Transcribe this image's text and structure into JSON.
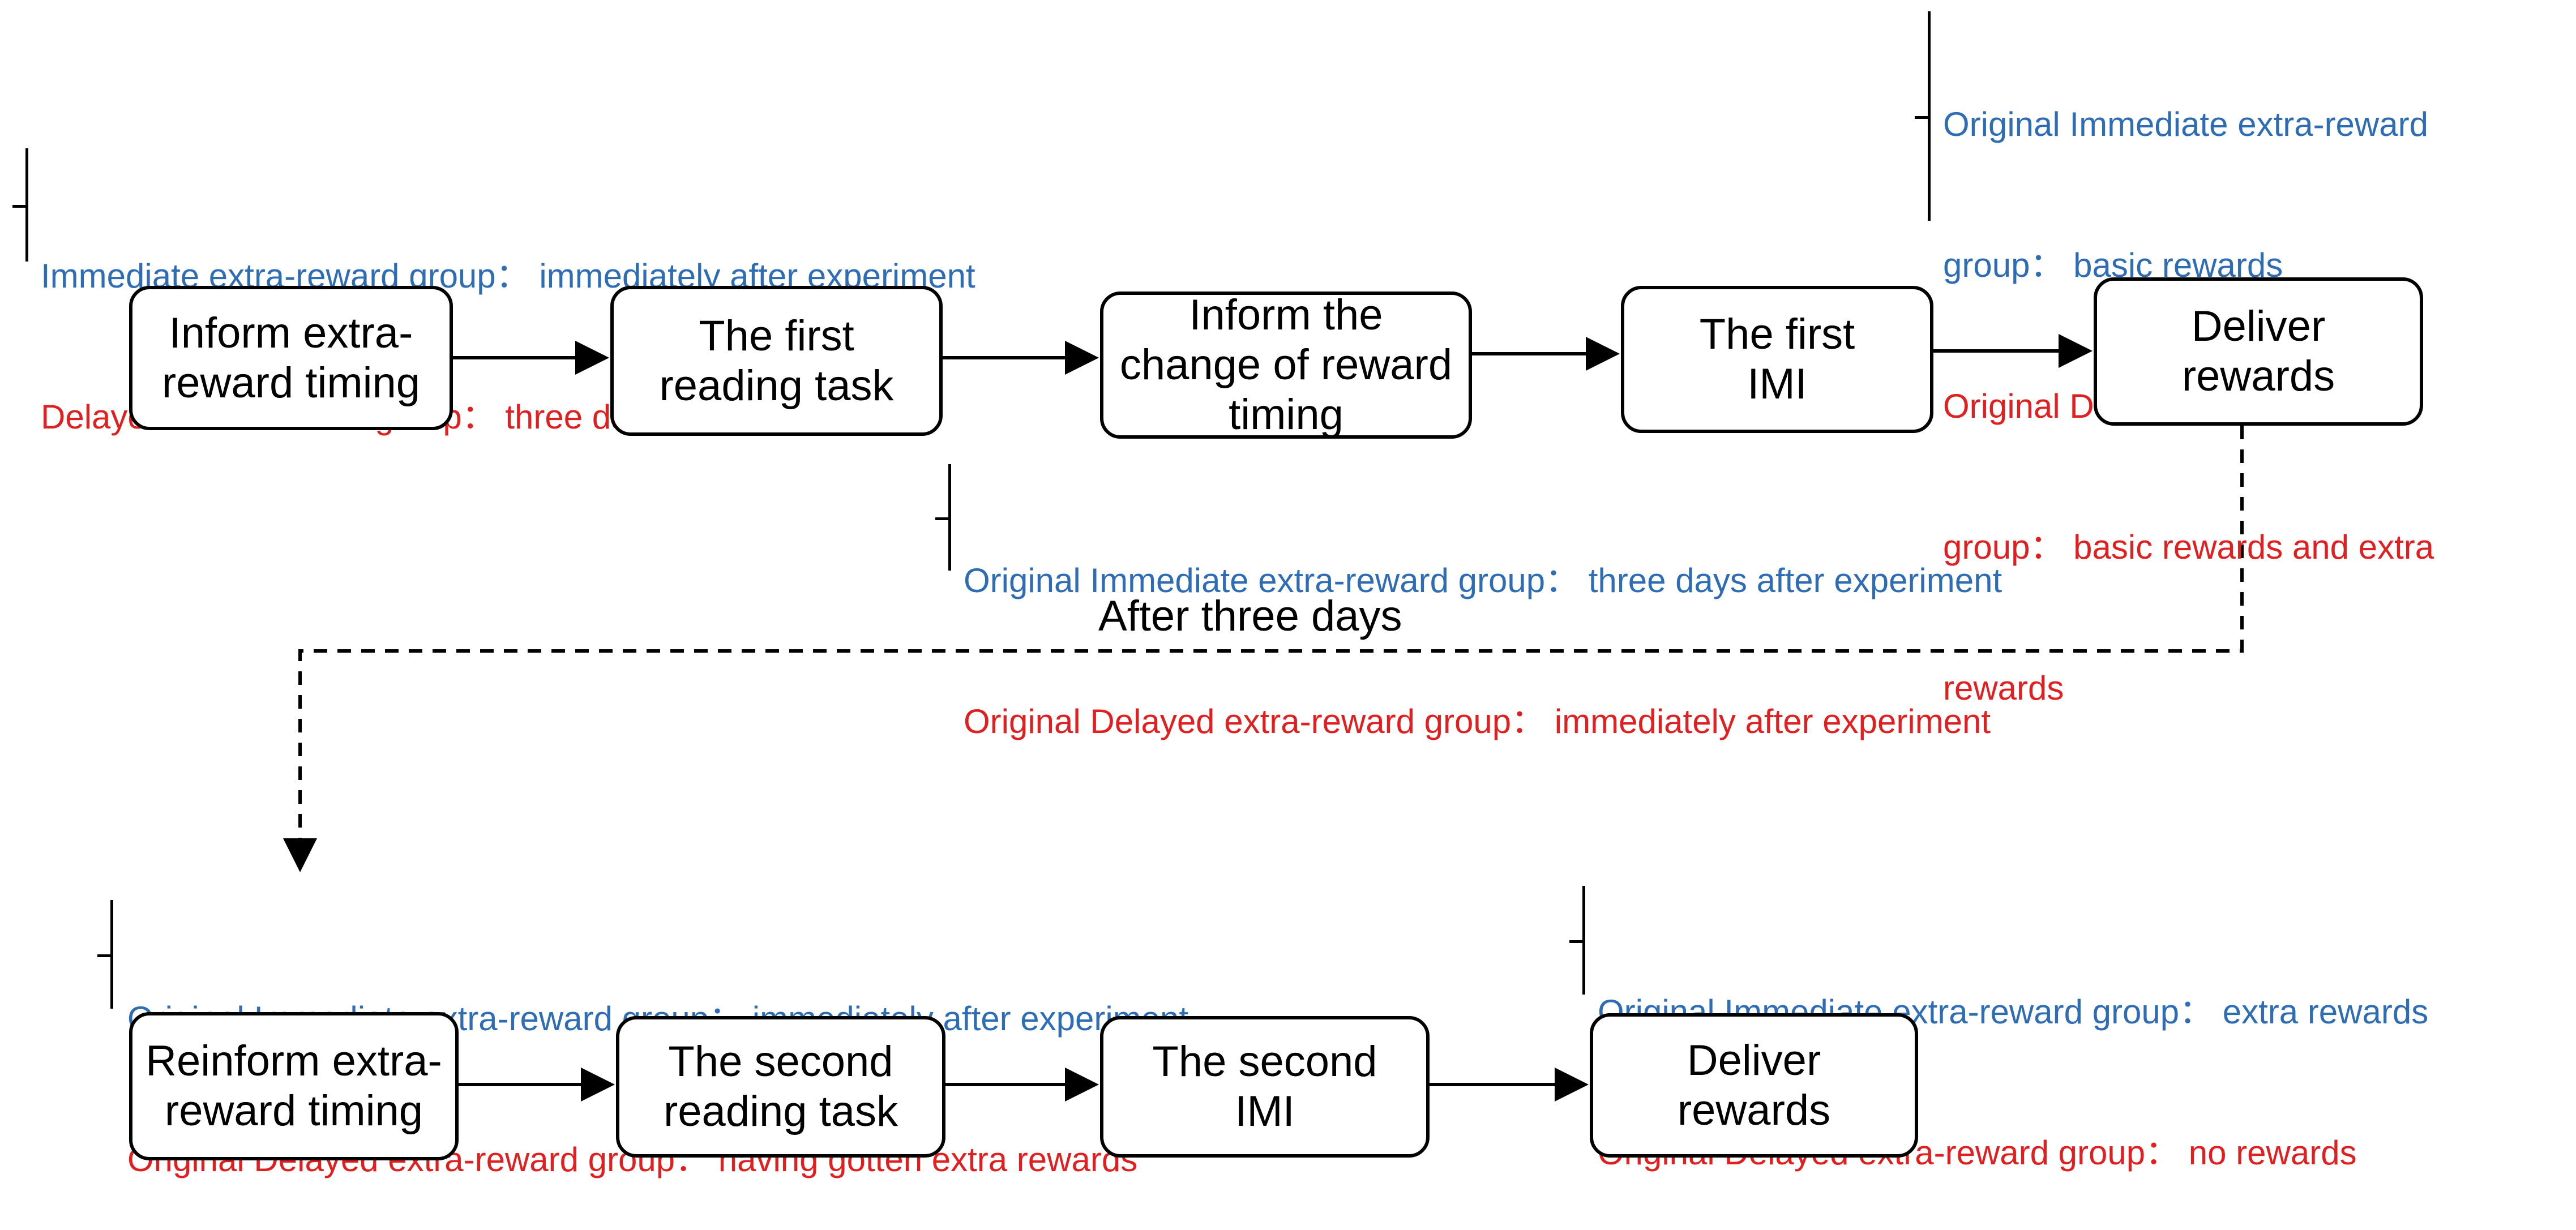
{
  "row1": {
    "boxes": [
      "Inform extra-\nreward timing",
      "The first\nreading task",
      "Inform the\nchange of reward\ntiming",
      "The first\nIMI",
      "Deliver\nrewards"
    ],
    "note_inform": {
      "immediate": "Immediate extra-reward group： immediately after experiment",
      "delayed": "Delayed extra-reward group： three days after experiment"
    },
    "note_change": {
      "immediate": "Original Immediate extra-reward group： three days after experiment",
      "delayed": "Original Delayed extra-reward group： immediately after experiment"
    },
    "note_deliver": {
      "immediate_1": "Original Immediate extra-reward",
      "immediate_2": "group： basic rewards",
      "delayed_1": "Original Delayed extra-reward",
      "delayed_2": "group： basic rewards and extra",
      "delayed_3": "rewards"
    }
  },
  "transition_label": "After three days",
  "row2": {
    "boxes": [
      "Reinform extra-\nreward timing",
      "The second\nreading task",
      "The second\nIMI",
      "Deliver\nrewards"
    ],
    "note_reinform": {
      "immediate": "Original Immediate extra-reward group： immediately after experiment",
      "delayed": "Original Delayed extra-reward group： having gotten extra rewards"
    },
    "note_deliver": {
      "immediate": "Original Immediate extra-reward group： extra rewards",
      "delayed": "Original Delayed extra-reward group： no rewards"
    }
  },
  "colors": {
    "immediate": "#2e6db4",
    "delayed": "#e02020",
    "line": "#000000"
  }
}
